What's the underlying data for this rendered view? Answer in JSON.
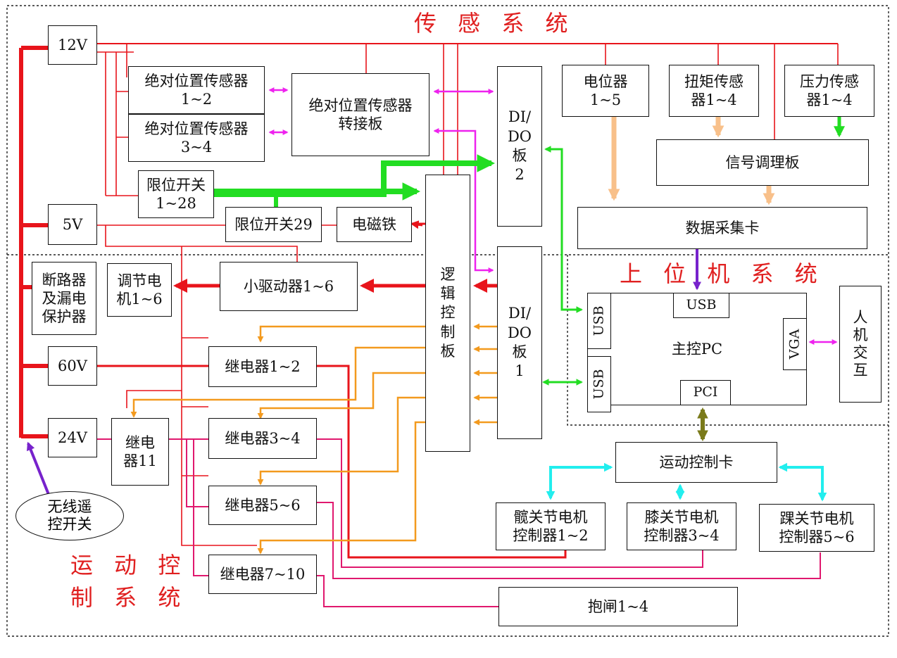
{
  "sections": {
    "sensing": "传 感 系 统",
    "host": "上 位 机 系 统",
    "motion": "运 动 控\n制 系 统"
  },
  "power": {
    "v12": "12V",
    "v5": "5V",
    "v60": "60V",
    "v24": "24V"
  },
  "blocks": {
    "abs_pos_12": "绝对位置传感器\n1~2",
    "abs_pos_34": "绝对位置传感器\n3~4",
    "abs_adapter": "绝对位置传感器\n转接板",
    "limit_switch": "限位开关\n1~28",
    "limit_switch_29": "限位开关29",
    "electromagnet": "电磁铁",
    "dido2": "DI/\nDO\n板\n2",
    "dido1": "DI/\nDO\n板\n1",
    "logic": "逻\n辑\n控\n制\n板",
    "potentiometer": "电位器\n1~5",
    "torque": "扭矩传感\n器1~4",
    "pressure": "压力传感\n器1~4",
    "signal_cond": "信号调理板",
    "daq": "数据采集卡",
    "breaker": "断路器\n及漏电\n保护器",
    "adj_motor": "调节电\n机1~6",
    "small_driver": "小驱动器1~6",
    "relay_12": "继电器1~2",
    "relay_34": "继电器3~4",
    "relay_56": "继电器5~6",
    "relay_710": "继电器7~10",
    "relay_11": "继电\n器11",
    "brake": "抱闸1~4",
    "remote": "无线遥\n控开关",
    "main_pc": "主控PC",
    "usb_top": "USB",
    "usb_side1": "USB",
    "usb_side2": "USB",
    "vga": "VGA",
    "pci": "PCI",
    "hmi": "人\n机\n交\n互",
    "motion_card": "运动控制卡",
    "hip": "髋关节电机\n控制器1~2",
    "knee": "膝关节电机\n控制器3~4",
    "ankle": "踝关节电机\n控制器5~6"
  },
  "colors": {
    "power": "#e8141b",
    "magenta": "#ee22ee",
    "green": "#22dd22",
    "orange": "#f39a1e",
    "peach": "#f8c08a",
    "cyan": "#22eeee",
    "olive": "#7a7a1a",
    "purple": "#7722cc",
    "pink": "#e0186e",
    "section": "#e02020"
  }
}
